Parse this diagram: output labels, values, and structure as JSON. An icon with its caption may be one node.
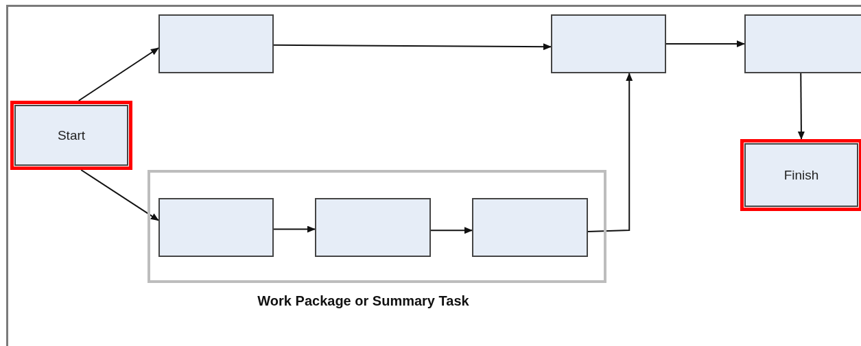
{
  "diagram": {
    "nodes": [
      {
        "text": [
          "Start"
        ]
      },
      {
        "text": [],
        "shape": "box"
      },
      {
        "text": [],
        "shape": "box"
      },
      {
        "text": [],
        "shape": "box"
      },
      {
        "text": [
          "Finish"
        ]
      },
      {
        "text": [],
        "shape": "box",
        "beside": [
          "Work Package or Summary Task"
        ]
      },
      {
        "text": [],
        "shape": "box",
        "in": 5
      },
      {
        "text": [],
        "shape": "box",
        "in": 5
      },
      {
        "text": [],
        "shape": "box",
        "in": 5
      }
    ],
    "edges": [
      {
        "from": 0,
        "to": 1,
        "arrow": "to"
      },
      {
        "from": 1,
        "to": 2,
        "arrow": "to"
      },
      {
        "from": 2,
        "to": 3,
        "arrow": "to"
      },
      {
        "from": 3,
        "to": 4,
        "arrow": "to"
      },
      {
        "from": 0,
        "to": 6,
        "arrow": "to"
      },
      {
        "from": 6,
        "to": 7,
        "arrow": "to"
      },
      {
        "from": 7,
        "to": 8,
        "arrow": "to"
      },
      {
        "from": 8,
        "to": 2,
        "arrow": "to"
      }
    ]
  }
}
